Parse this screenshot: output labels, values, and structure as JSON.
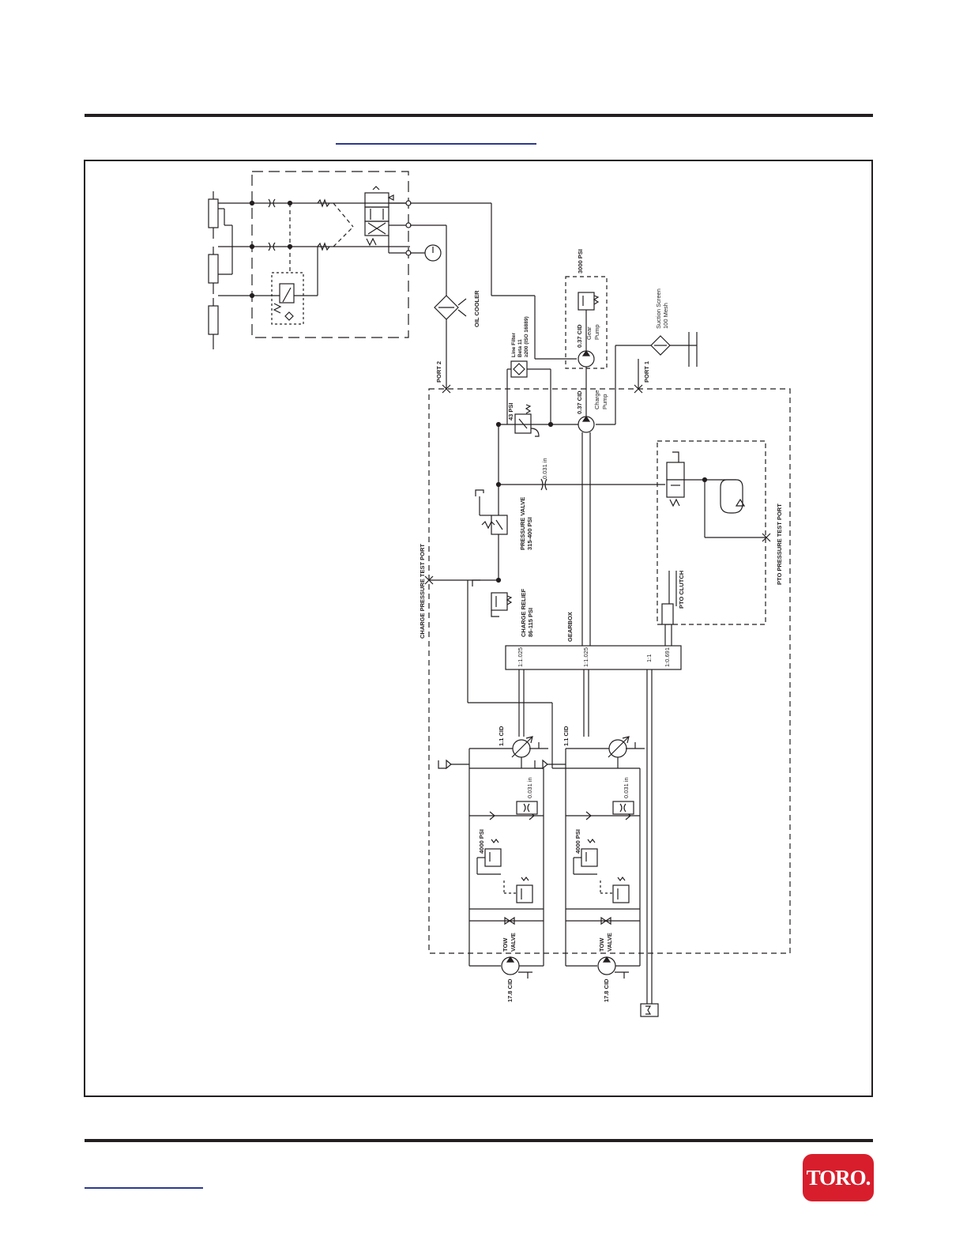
{
  "brand": {
    "logo_text": "TORO.",
    "logo_color": "#d81e2c"
  },
  "diagram": {
    "labels": {
      "oil_cooler": "OIL COOLER",
      "port2": "PORT 2",
      "port1": "PORT 1",
      "gear_pump_psi": "3000 PSI",
      "gear_pump_cid": "0.37 CID",
      "gear_pump_name": [
        "Gear",
        "Pump"
      ],
      "line_filter": [
        "Line Filter",
        "Beta 11",
        "≥200 (ISO 16889)"
      ],
      "suction_screen": [
        "Suction Screen",
        "100 Mesh"
      ],
      "charge_psi": "43 PSI",
      "charge_pump_cid": "0.37 CID",
      "charge_pump_name": [
        "Charge",
        "Pump"
      ],
      "orifice_top": "0.031 in",
      "pressure_valve": [
        "PRESSURE VALVE",
        "315-400 PSI"
      ],
      "charge_relief": [
        "CHARGE RELIEF",
        "86-115 PSI"
      ],
      "charge_test_port": "CHARGE PRESSURE TEST PORT",
      "pto_test_port": "PTO PRESSURE TEST PORT",
      "pto_clutch": "PTO CLUTCH",
      "gearbox": "GEARBOX",
      "ratio_left": "1:1.025",
      "ratio_mid": "1:1.025",
      "ratio_right1": "1:1",
      "ratio_right2": "1:0.691",
      "pump_left_cid": "1.1 CID",
      "pump_right_cid": "1.1 CID",
      "orifice_left": "0.031 in",
      "orifice_right": "0.031 in",
      "relief_left": "4000 PSI",
      "relief_right": "4000 PSI",
      "tow_left": [
        "TOW",
        "VALVE"
      ],
      "tow_right": [
        "TOW",
        "VALVE"
      ],
      "motor_left_cid": "17.8 CID",
      "motor_right_cid": "17.8 CID"
    }
  }
}
